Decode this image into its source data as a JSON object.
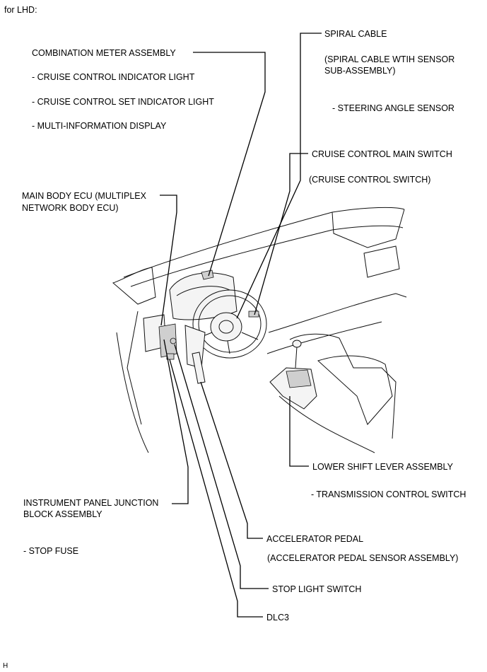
{
  "header": {
    "variant": "for LHD:"
  },
  "labels": {
    "spiral_cable": "SPIRAL CABLE",
    "spiral_cable_sub1": "(SPIRAL CABLE WTIH SENSOR",
    "spiral_cable_sub2": "SUB-ASSEMBLY)",
    "steering_angle": "- STEERING ANGLE SENSOR",
    "combination_meter": "COMBINATION METER ASSEMBLY",
    "cruise_indicator": "- CRUISE CONTROL INDICATOR LIGHT",
    "cruise_set_indicator": "- CRUISE CONTROL SET INDICATOR LIGHT",
    "multi_info": "- MULTI-INFORMATION DISPLAY",
    "cruise_main_switch": "CRUISE CONTROL MAIN SWITCH",
    "cruise_switch": "(CRUISE CONTROL SWITCH)",
    "main_body_ecu1": "MAIN BODY ECU (MULTIPLEX",
    "main_body_ecu2": "NETWORK BODY ECU)",
    "lower_shift": "LOWER SHIFT LEVER ASSEMBLY",
    "transmission_switch": "- TRANSMISSION CONTROL SWITCH",
    "ip_junction1": "INSTRUMENT PANEL JUNCTION",
    "ip_junction2": "BLOCK ASSEMBLY",
    "stop_fuse": "- STOP FUSE",
    "accelerator_pedal": "ACCELERATOR PEDAL",
    "accelerator_sensor": "(ACCELERATOR PEDAL SENSOR ASSEMBLY)",
    "stop_light_switch": "STOP LIGHT SWITCH",
    "dlc3": "DLC3"
  },
  "footer": {
    "mark": "H"
  }
}
